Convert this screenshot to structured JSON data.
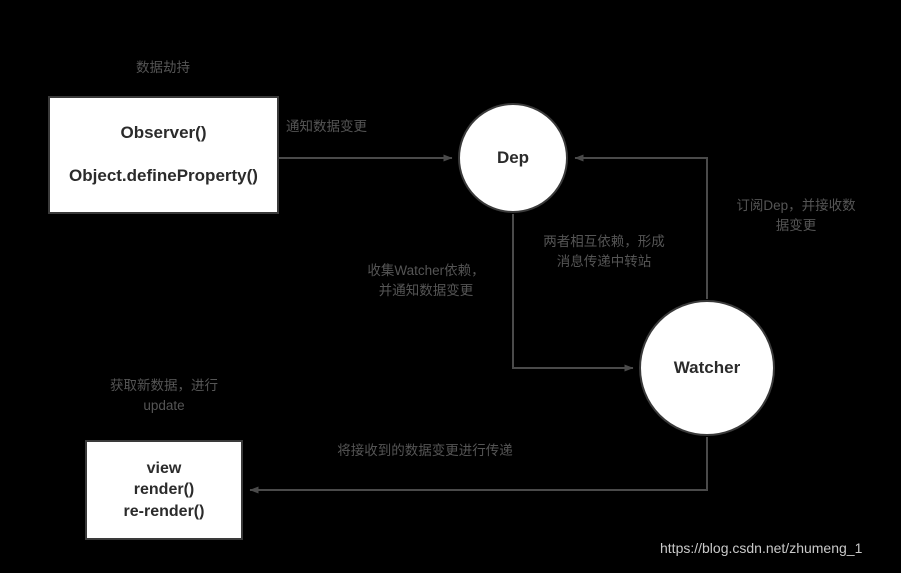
{
  "diagram": {
    "title_watermark": "https://blog.csdn.net/zhumeng_1",
    "background_color": "#000000",
    "node_fill": "#ffffff",
    "node_stroke": "#3a3a3a",
    "label_color": "#555555",
    "nodes": {
      "observer": {
        "caption": "数据劫持",
        "line1": "Observer()",
        "line2": "Object.defineProperty()"
      },
      "dep": {
        "label": "Dep"
      },
      "watcher": {
        "label": "Watcher"
      },
      "view": {
        "caption": "获取新数据，进行\nupdate",
        "line1": "view",
        "line2": "render()",
        "line3": "re-render()"
      }
    },
    "edges": {
      "notify": "通知数据变更",
      "collect": "收集Watcher依赖，\n并通知数据变更",
      "mutual": "两者相互依赖，形成\n消息传递中转站",
      "subscribe": "订阅Dep，并接收数\n据变更",
      "transmit": "将接收到的数据变更进行传递"
    }
  }
}
